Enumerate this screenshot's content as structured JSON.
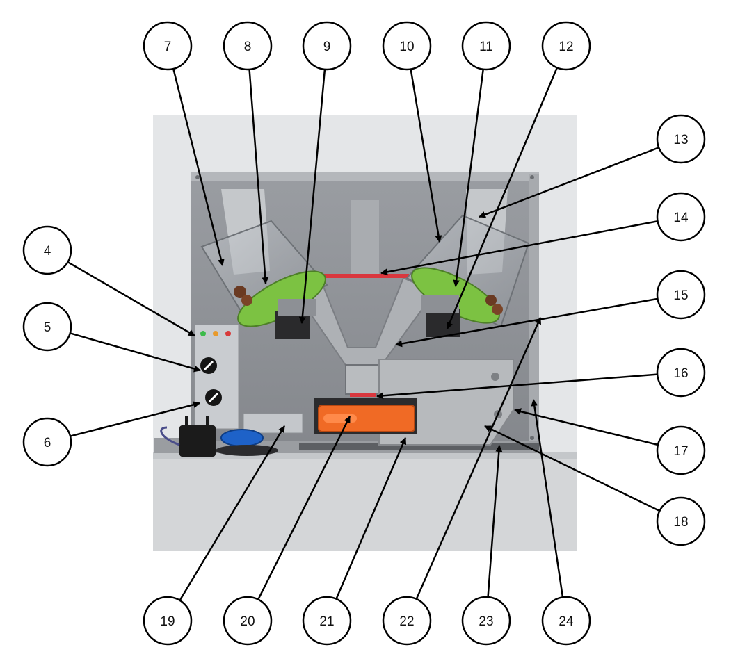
{
  "figure": {
    "callouts": [
      {
        "label": "4"
      },
      {
        "label": "5"
      },
      {
        "label": "6"
      },
      {
        "label": "7"
      },
      {
        "label": "8"
      },
      {
        "label": "9"
      },
      {
        "label": "10"
      },
      {
        "label": "11"
      },
      {
        "label": "12"
      },
      {
        "label": "13"
      },
      {
        "label": "14"
      },
      {
        "label": "15"
      },
      {
        "label": "16"
      },
      {
        "label": "17"
      },
      {
        "label": "18"
      },
      {
        "label": "19"
      },
      {
        "label": "20"
      },
      {
        "label": "21"
      },
      {
        "label": "22"
      },
      {
        "label": "23"
      },
      {
        "label": "24"
      }
    ]
  },
  "colors": {
    "wall": "#e4e6e8",
    "cabinet_body": "#d4d6d8",
    "back_panel": "#8f9297",
    "chute_plate": "#aeb1b5",
    "green_drum": "#7cc242",
    "red_bar": "#d9373e",
    "orange_tray": "#f06a25",
    "control_panel": "#c9ccd0",
    "knob": "#151515",
    "blue_puck": "#1e62c8",
    "adapter": "#1b1b1b",
    "led_green": "#3dbb4b",
    "led_orange": "#e89a2c",
    "led_red": "#d83a3a"
  }
}
